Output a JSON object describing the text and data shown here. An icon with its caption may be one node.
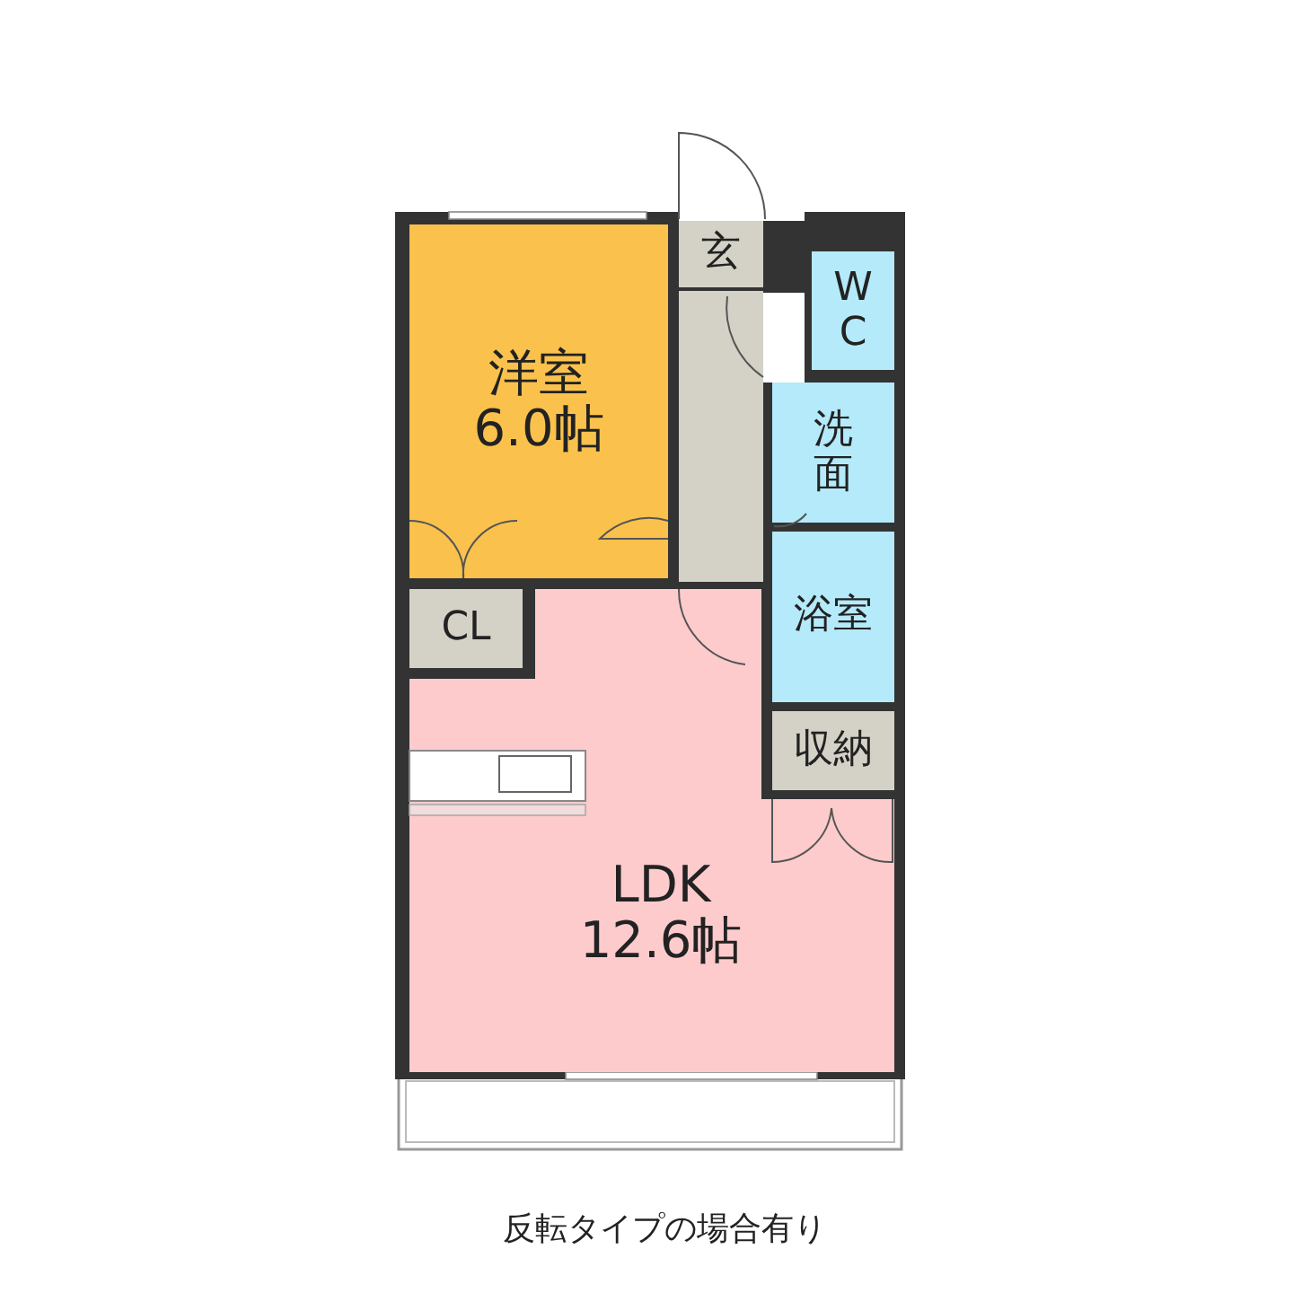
{
  "diagram": {
    "nodes": [
      {
        "text": [
          "洋室",
          "6.0帖"
        ]
      },
      {
        "text": [
          "玄"
        ]
      },
      {
        "text": [
          "WC"
        ]
      },
      {
        "text": [
          "洗面"
        ]
      },
      {
        "text": [
          "CL"
        ]
      },
      {
        "text": [
          "浴室"
        ]
      },
      {
        "text": [
          "収納"
        ]
      },
      {
        "text": [
          "LDK",
          "12.6帖"
        ]
      }
    ],
    "edges": [],
    "labels": [
      "反転タイプの場合有り"
    ]
  }
}
